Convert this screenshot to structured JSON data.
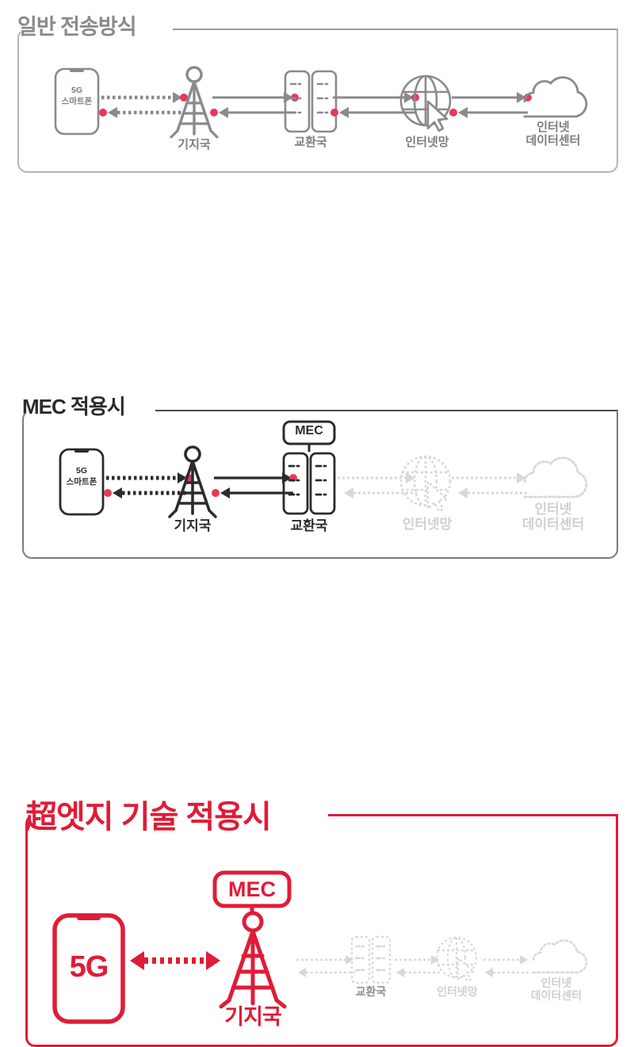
{
  "colors": {
    "gray": "#8a8a8e",
    "gray_dark": "#6e6e73",
    "black": "#2b2b2b",
    "red": "#e01c36",
    "dot_red": "#e8395a",
    "faded": "#d8d8dc",
    "faded_label": "#cfcfd4",
    "mid_gray_label": "#8c8c91"
  },
  "sections": [
    {
      "id": "normal",
      "title": "일반 전송방식",
      "theme": "gray",
      "nodes": [
        {
          "name": "smartphone",
          "label": "5G\n스마트폰",
          "icon": "phone-icon",
          "state": "active"
        },
        {
          "name": "base-station",
          "label": "기지국",
          "icon": "tower-icon",
          "state": "active"
        },
        {
          "name": "switching-center",
          "label": "교환국",
          "icon": "server-icon",
          "state": "active"
        },
        {
          "name": "internet-network",
          "label": "인터넷망",
          "icon": "globe-cursor-icon",
          "state": "active"
        },
        {
          "name": "internet-data-center",
          "label": "인터넷\n데이터센터",
          "icon": "cloud-icon",
          "state": "active"
        }
      ],
      "links": [
        {
          "from": "smartphone",
          "to": "base-station",
          "style": "dotted",
          "direction": "both"
        },
        {
          "from": "base-station",
          "to": "switching-center",
          "style": "solid",
          "direction": "both"
        },
        {
          "from": "switching-center",
          "to": "internet-network",
          "style": "solid",
          "direction": "both"
        },
        {
          "from": "internet-network",
          "to": "internet-data-center",
          "style": "solid",
          "direction": "both"
        }
      ]
    },
    {
      "id": "mec",
      "title": "MEC 적용시",
      "theme": "black",
      "badge": "MEC",
      "badge_on": "switching-center",
      "nodes": [
        {
          "name": "smartphone",
          "label": "5G\n스마트폰",
          "icon": "phone-icon",
          "state": "active"
        },
        {
          "name": "base-station",
          "label": "기지국",
          "icon": "tower-icon",
          "state": "active"
        },
        {
          "name": "switching-center",
          "label": "교환국",
          "icon": "server-icon",
          "state": "active"
        },
        {
          "name": "internet-network",
          "label": "인터넷망",
          "icon": "globe-cursor-icon",
          "state": "faded"
        },
        {
          "name": "internet-data-center",
          "label": "인터넷\n데이터센터",
          "icon": "cloud-icon",
          "state": "faded"
        }
      ],
      "links": [
        {
          "from": "smartphone",
          "to": "base-station",
          "style": "dotted",
          "direction": "both"
        },
        {
          "from": "base-station",
          "to": "switching-center",
          "style": "solid",
          "direction": "both"
        },
        {
          "from": "switching-center",
          "to": "internet-network",
          "style": "faded",
          "direction": "both"
        },
        {
          "from": "internet-network",
          "to": "internet-data-center",
          "style": "faded",
          "direction": "both"
        }
      ]
    },
    {
      "id": "ultra-edge",
      "title": "超엣지 기술 적용시",
      "theme": "red",
      "badge": "MEC",
      "badge_on": "base-station",
      "nodes": [
        {
          "name": "smartphone",
          "label": "5G",
          "icon": "phone-icon",
          "state": "highlight"
        },
        {
          "name": "base-station",
          "label": "기지국",
          "icon": "tower-icon",
          "state": "highlight"
        },
        {
          "name": "switching-center",
          "label": "교환국",
          "icon": "server-icon",
          "state": "faded"
        },
        {
          "name": "internet-network",
          "label": "인터넷망",
          "icon": "globe-cursor-icon",
          "state": "faded"
        },
        {
          "name": "internet-data-center",
          "label": "인터넷\n데이터센터",
          "icon": "cloud-icon",
          "state": "faded"
        }
      ],
      "links": [
        {
          "from": "smartphone",
          "to": "base-station",
          "style": "dotted-red",
          "direction": "both"
        },
        {
          "from": "base-station",
          "to": "switching-center",
          "style": "faded",
          "direction": "both"
        },
        {
          "from": "switching-center",
          "to": "internet-network",
          "style": "faded",
          "direction": "both"
        },
        {
          "from": "internet-network",
          "to": "internet-data-center",
          "style": "faded",
          "direction": "both"
        }
      ]
    }
  ]
}
